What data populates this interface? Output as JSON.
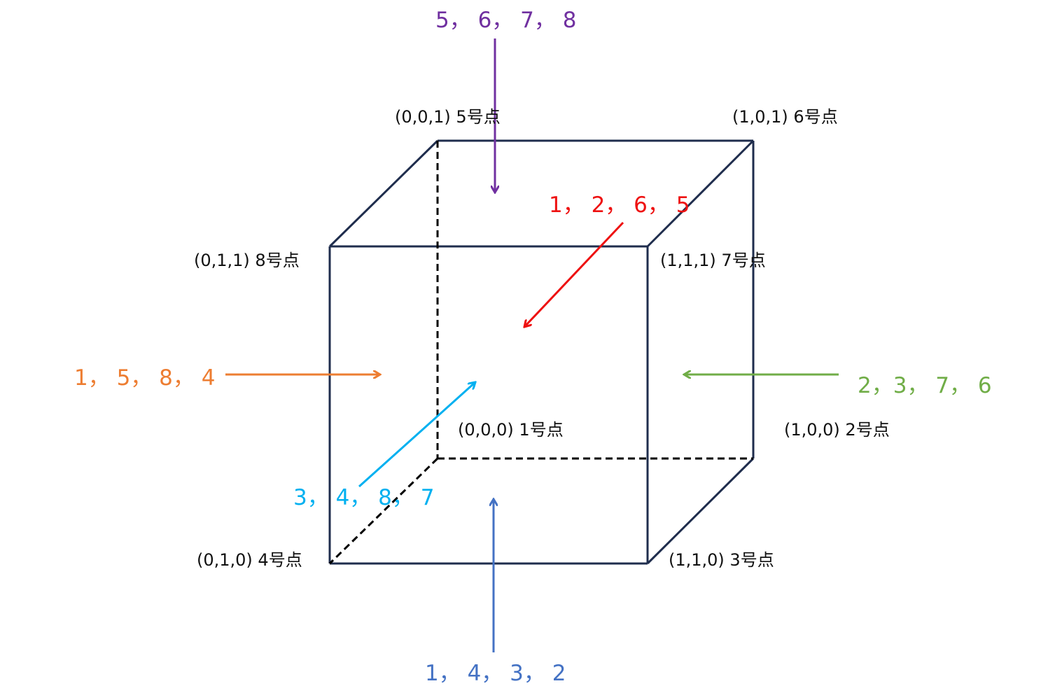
{
  "vertices": [
    {
      "id": "v5",
      "label": "(0,0,1) 5号点"
    },
    {
      "id": "v6",
      "label": "(1,0,1)  6号点"
    },
    {
      "id": "v8",
      "label": "(0,1,1)  8号点"
    },
    {
      "id": "v7",
      "label": "(1,1,1)  7号点"
    },
    {
      "id": "v1",
      "label": "(0,0,0)  1号点"
    },
    {
      "id": "v2",
      "label": "(1,0,0) 2号点"
    },
    {
      "id": "v4",
      "label": "(0,1,0)  4号点"
    },
    {
      "id": "v3",
      "label": "(1,1,0)   3号点"
    }
  ],
  "faces": [
    {
      "id": "top",
      "label": "5， 6， 7， 8",
      "color": "#7030a0"
    },
    {
      "id": "back",
      "label": "1， 2， 6， 5",
      "color": "#ee1111"
    },
    {
      "id": "left",
      "label": "1， 5， 8， 4",
      "color": "#ed7d31"
    },
    {
      "id": "right",
      "label": "2，3， 7， 6",
      "color": "#70ad47"
    },
    {
      "id": "front",
      "label": "3， 4， 8， 7",
      "color": "#00b0f0"
    },
    {
      "id": "bottom",
      "label": "1， 4， 3， 2",
      "color": "#4472c4"
    }
  ],
  "edge_color": "#1f2d4d"
}
